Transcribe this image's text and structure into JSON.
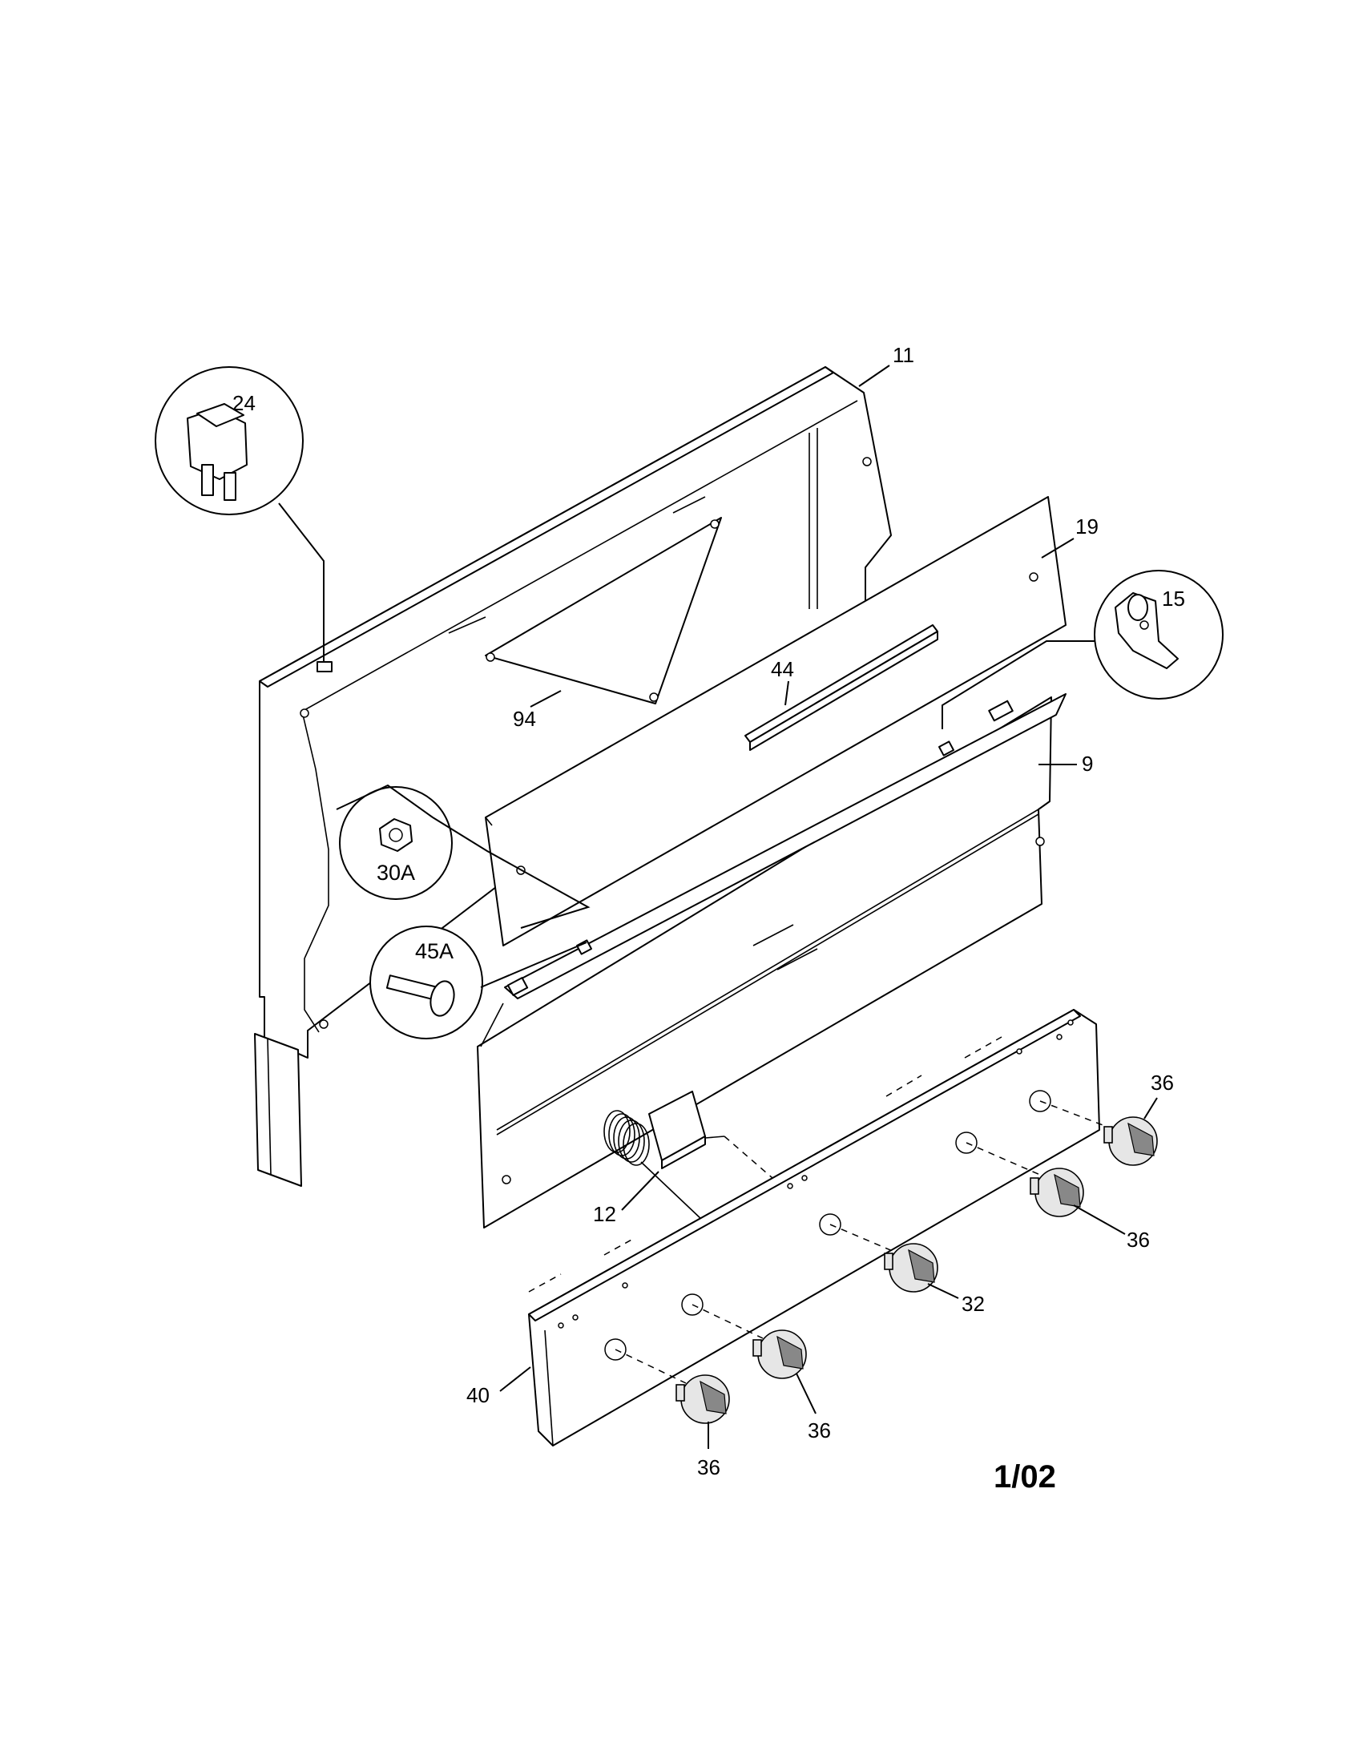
{
  "diagram": {
    "labels": {
      "p11": "11",
      "p24": "24",
      "p19": "19",
      "p15": "15",
      "p44": "44",
      "p94": "94",
      "p9": "9",
      "p30a": "30A",
      "p45a": "45A",
      "p36a": "36",
      "p36b": "36",
      "p36c": "36",
      "p36d": "36",
      "p32": "32",
      "p12": "12",
      "p40": "40"
    },
    "date_code": "1/02"
  }
}
